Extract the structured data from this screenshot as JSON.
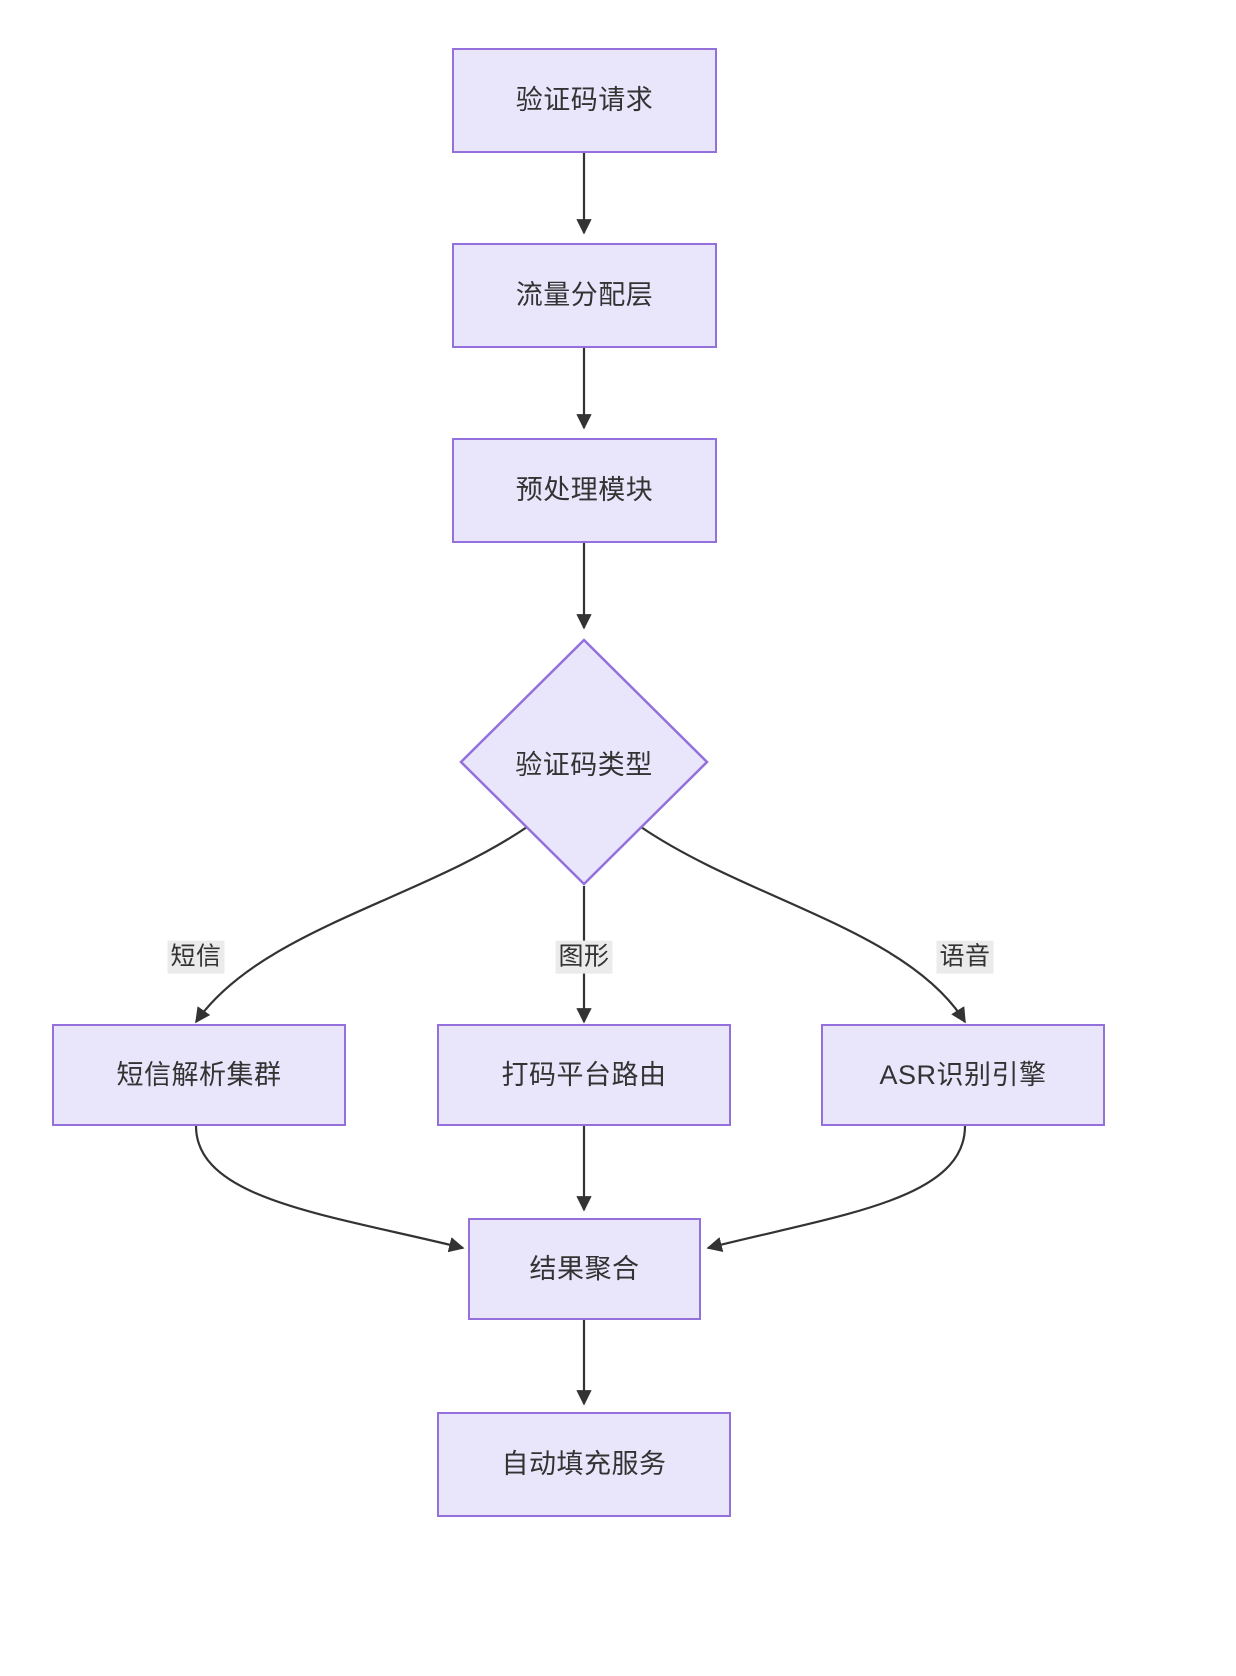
{
  "diagram": {
    "type": "flowchart",
    "direction": "top-to-bottom",
    "title": "",
    "theme": {
      "node_fill": "#e9e6fb",
      "node_border": "#9370DB",
      "node_text": "#333333",
      "edge_color": "#333333",
      "edge_label_background": "#ebebeb",
      "page_background": "#ffffff"
    },
    "nodes": [
      {
        "id": "n1",
        "label": "验证码请求",
        "shape": "rect"
      },
      {
        "id": "n2",
        "label": "流量分配层",
        "shape": "rect"
      },
      {
        "id": "n3",
        "label": "预处理模块",
        "shape": "rect"
      },
      {
        "id": "n4",
        "label": "验证码类型",
        "shape": "diamond"
      },
      {
        "id": "n5",
        "label": "短信解析集群",
        "shape": "rect"
      },
      {
        "id": "n6",
        "label": "打码平台路由",
        "shape": "rect"
      },
      {
        "id": "n7",
        "label": "ASR识别引擎",
        "shape": "rect"
      },
      {
        "id": "n8",
        "label": "结果聚合",
        "shape": "rect"
      },
      {
        "id": "n9",
        "label": "自动填充服务",
        "shape": "rect"
      }
    ],
    "edges": [
      {
        "from": "n1",
        "to": "n2",
        "label": ""
      },
      {
        "from": "n2",
        "to": "n3",
        "label": ""
      },
      {
        "from": "n3",
        "to": "n4",
        "label": ""
      },
      {
        "from": "n4",
        "to": "n5",
        "label": "短信"
      },
      {
        "from": "n4",
        "to": "n6",
        "label": "图形"
      },
      {
        "from": "n4",
        "to": "n7",
        "label": "语音"
      },
      {
        "from": "n5",
        "to": "n8",
        "label": ""
      },
      {
        "from": "n6",
        "to": "n8",
        "label": ""
      },
      {
        "from": "n7",
        "to": "n8",
        "label": ""
      },
      {
        "from": "n8",
        "to": "n9",
        "label": ""
      }
    ],
    "edge_labels": {
      "sms": "短信",
      "image": "图形",
      "voice": "语音"
    }
  }
}
